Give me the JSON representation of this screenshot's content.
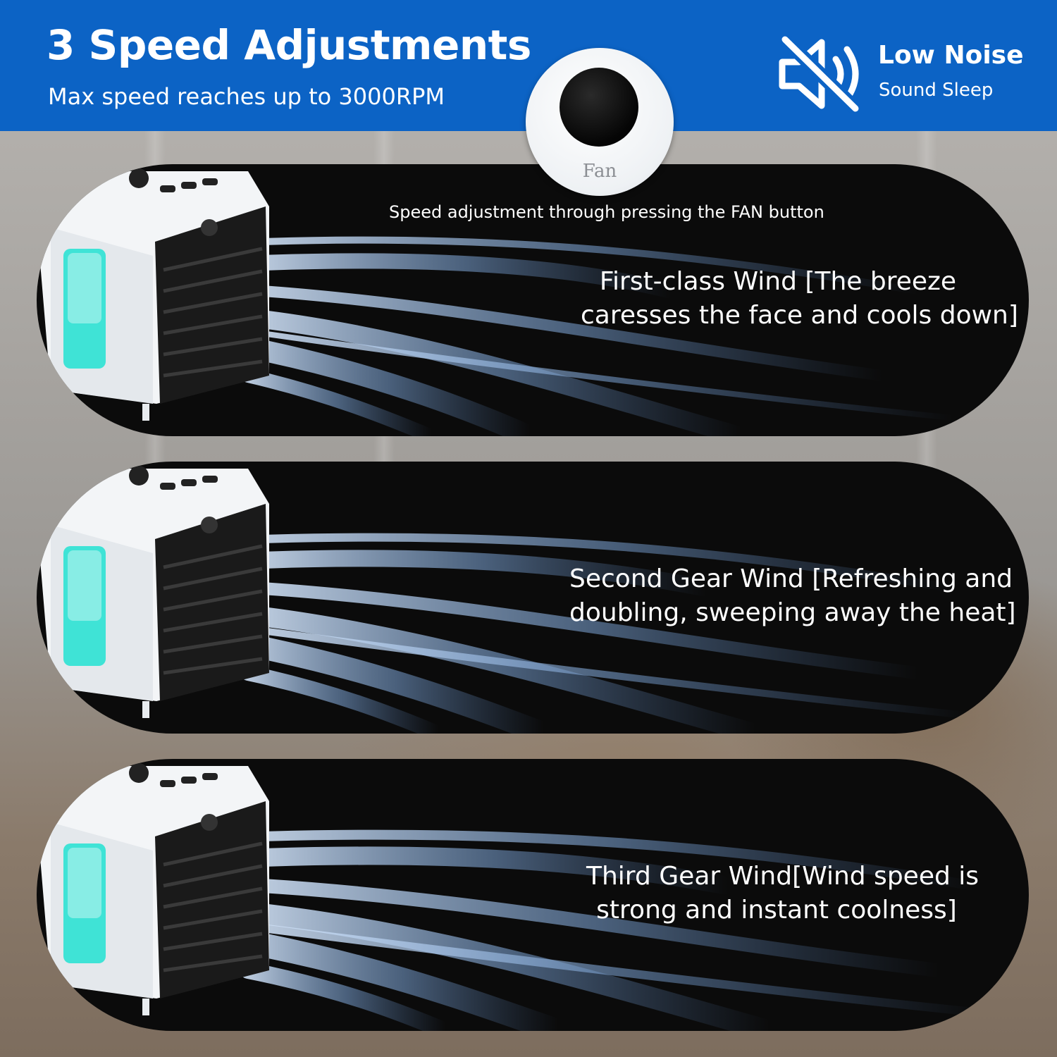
{
  "header": {
    "title": "3 Speed Adjustments",
    "subtitle": "Max speed reaches up to 3000RPM",
    "low_noise_title": "Low Noise",
    "low_noise_subtitle": "Sound Sleep",
    "icon": "speaker-mute-icon"
  },
  "fan_button": {
    "label": "Fan"
  },
  "hint": "Speed adjustment through pressing the FAN button",
  "speeds": [
    {
      "line1": "First-class Wind [The breeze",
      "line2": "caresses the face and cools down]"
    },
    {
      "line1": "Second Gear Wind [Refreshing and",
      "line2": "doubling, sweeping away the heat]"
    },
    {
      "line1": "Third Gear Wind[Wind speed is",
      "line2": "strong and instant coolness]"
    }
  ],
  "colors": {
    "header_blue": "#0c63c5",
    "panel_black": "#0b0b0b",
    "led_cyan": "#3fe3d6",
    "wind_blue": "#7ea6d8"
  }
}
